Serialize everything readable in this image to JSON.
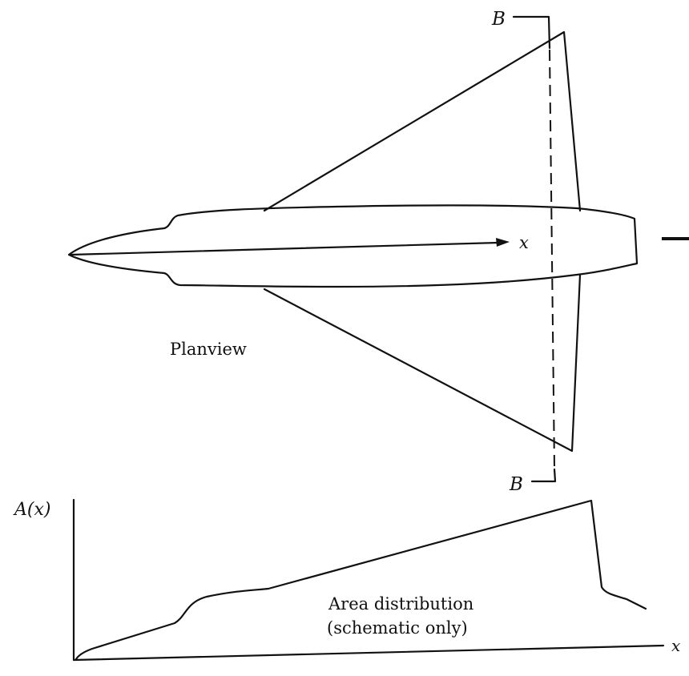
{
  "planview": {
    "caption": "Planview",
    "axis_label": "x",
    "section_top_label": "B",
    "section_bottom_label": "B"
  },
  "area_plot": {
    "y_label": "A(x)",
    "x_label": "x",
    "caption_line1": "Area distribution",
    "caption_line2": "(schematic only)"
  },
  "colors": {
    "ink": "#111111",
    "background": "#ffffff"
  }
}
